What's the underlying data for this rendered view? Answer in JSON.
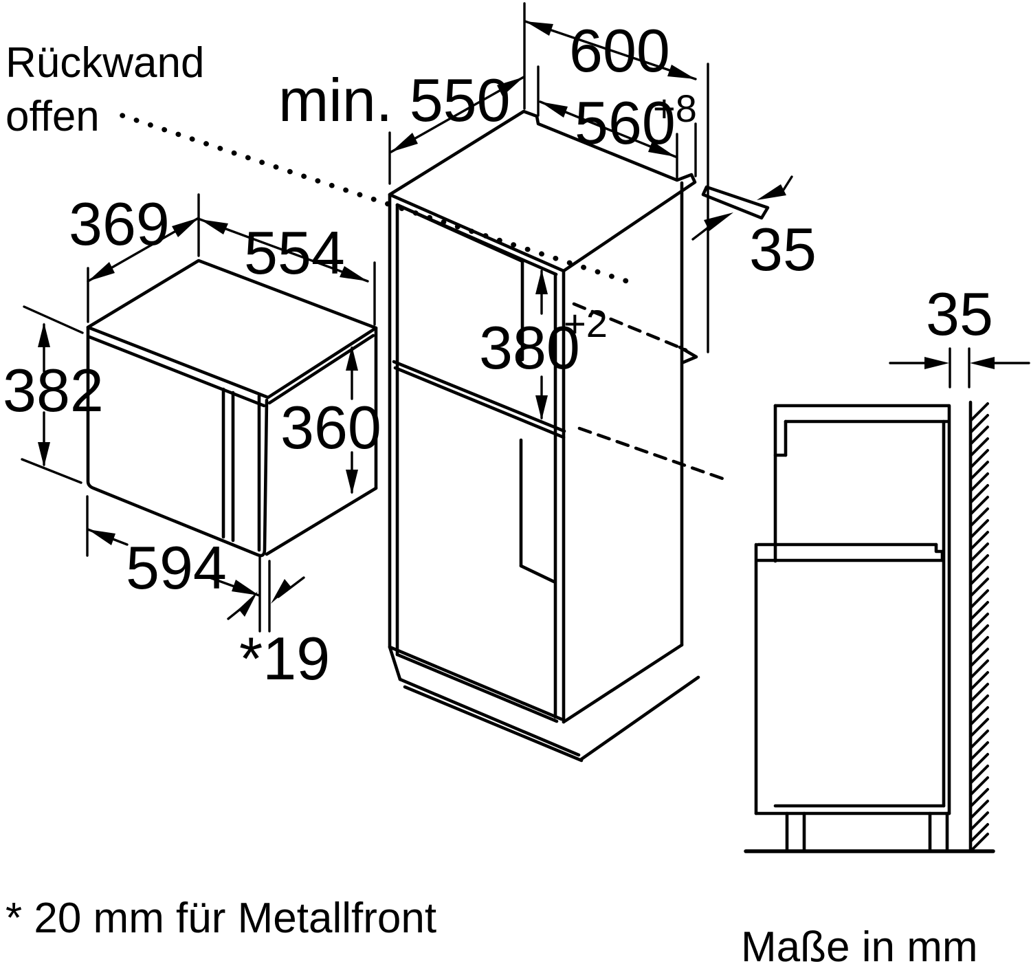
{
  "diagram": {
    "note_back_wall": {
      "line1": "Rückwand",
      "line2": "offen"
    },
    "dims": {
      "niche_depth_min": "min. 550",
      "cabinet_width": "600",
      "niche_width": "560",
      "niche_width_tol": "+8",
      "rear_strip_width": "35",
      "mw_depth": "369",
      "mw_width_top": "554",
      "mw_height": "382",
      "mw_body_height": "360",
      "niche_height": "380",
      "niche_height_tol": "+2",
      "mw_width_front": "594",
      "door_projection": "*19",
      "wall_gap": "35"
    },
    "footnotes": {
      "metal_front": "* 20 mm für Metallfront",
      "units": "Maße in mm"
    },
    "colors": {
      "line": "#000000",
      "background": "#ffffff"
    }
  }
}
